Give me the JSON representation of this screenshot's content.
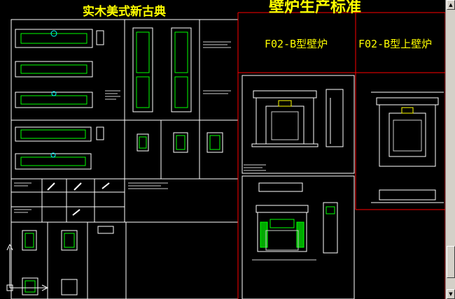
{
  "window": {
    "title_main": "实木美式新古典",
    "title_top_partial": "壁炉生产标准",
    "label_left": "F02-B型壁炉",
    "label_right": "F02-B型上壁炉"
  },
  "scrollbar": {
    "up_arrow": "▲",
    "down_arrow": "▼"
  },
  "colors": {
    "background": "#000000",
    "title": "#ffff00",
    "frame_line": "#ffffff",
    "red_frame": "#ff0000",
    "green_accent": "#00ff00",
    "cyan_accent": "#00ffff"
  },
  "icons": {
    "ucs": "ucs-axis-icon"
  }
}
